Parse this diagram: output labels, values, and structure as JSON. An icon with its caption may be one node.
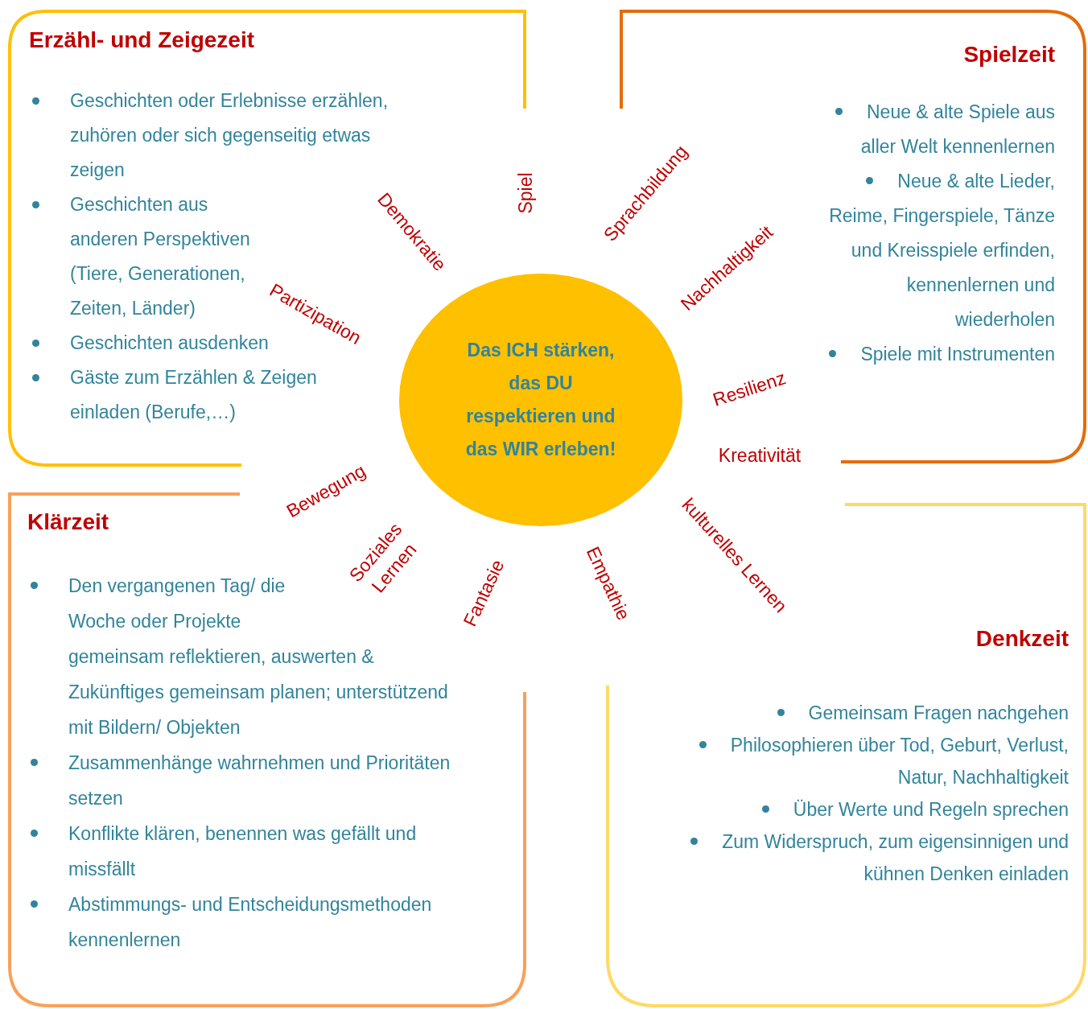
{
  "diagram": {
    "nodes": [
      {
        "text": [
          "Erzähl- und Zeigezeit",
          "Geschichten oder Erlebnisse erzählen, zuhören oder sich gegenseitig etwas zeigen",
          "Geschichten aus anderen Perspektiven (Tiere, Generationen, Zeiten, Länder)",
          "Geschichten ausdenken",
          "Gäste zum Erzählen & Zeigen einladen (Berufe,…)"
        ]
      },
      {
        "text": [
          "Spielzeit",
          "Neue & alte Spiele aus aller Welt kennenlernen",
          "Neue & alte Lieder, Reime, Fingerspiele, Tänze und Kreisspiele erfinden, kennenlernen und wiederholen",
          "Spiele mit Instrumenten"
        ]
      },
      {
        "text": [
          "Das **ICH** stärken, das **DU** respektieren und das **WIR** erleben!"
        ]
      },
      {
        "text": [
          "Klärzeit",
          "Den vergangenen Tag/ die Woche oder Projekte gemeinsam reflektieren, auswerten & Zukünftiges gemeinsam planen; unterstützend mit Bildern/ Objekten",
          "Zusammenhänge wahrnehmen und Prioritäten setzen",
          "Konflikte klären, benennen was gefällt und missfällt",
          "Abstimmungs- und Entscheidungsmethoden kennenlernen"
        ]
      },
      {
        "text": [
          "Denkzeit",
          "Gemeinsam Fragen nachgehen",
          "Philosophieren über Tod, Geburt, Verlust, Natur, Nachhaltigkeit",
          "Über Werte und Regeln sprechen",
          "Zum Widerspruch, zum eigensinnigen und kühnen Denken einladen"
        ]
      }
    ],
    "edges": [],
    "labels": [
      "Demokratie",
      "Spiel",
      "Sprachbildung",
      "Nachhaltigkeit",
      "Partizipation",
      "Resilienz",
      "Kreativität",
      "Bewegung",
      "Soziales Lernen",
      "kulturelles Lernen",
      "Fantasie",
      "Empathie"
    ]
  }
}
